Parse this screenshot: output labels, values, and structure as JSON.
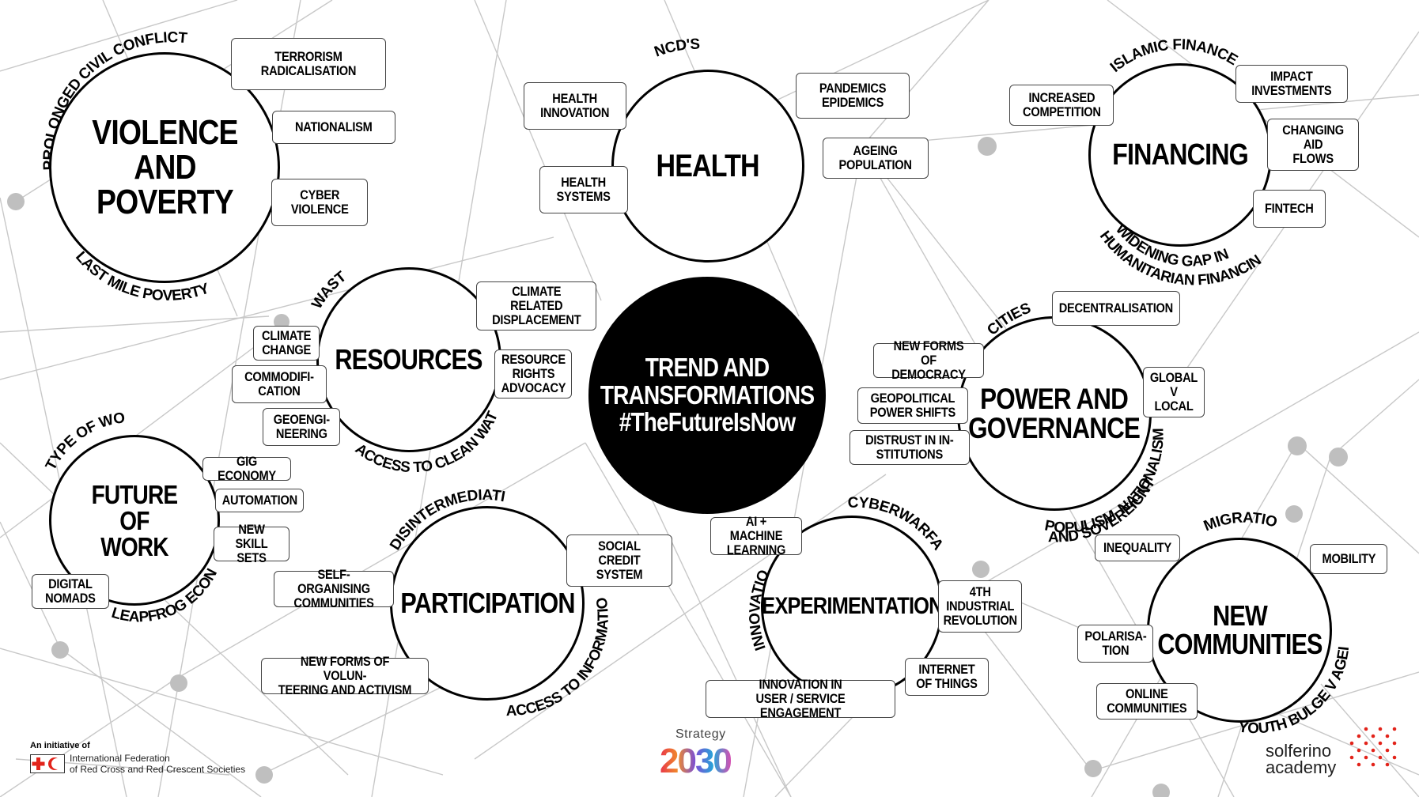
{
  "circles": {
    "violence": {
      "title": "VIOLENCE\nAND\nPOVERTY"
    },
    "health": {
      "title": "HEALTH"
    },
    "financing": {
      "title": "FINANCING"
    },
    "resources": {
      "title": "RESOURCES"
    },
    "trend": {
      "title": "TREND AND\nTRANSFORMATIONS\n#TheFutureIsNow"
    },
    "power": {
      "title": "POWER AND\nGOVERNANCE"
    },
    "work": {
      "title": "FUTURE\nOF\nWORK"
    },
    "participation": {
      "title": "PARTICIPATION"
    },
    "experimentation": {
      "title": "EXPERIMENTATION"
    },
    "communities": {
      "title": "NEW\nCOMMUNITIES"
    }
  },
  "arcs": {
    "prolonged": "PROLONGED CIVIL CONFLICT",
    "lastmile": "LAST MILE POVERTY",
    "ncds": "NCD'S",
    "islamic": "ISLAMIC FINANCE",
    "widening1": "WIDENING GAP IN",
    "widening2": "HUMANITARIAN FINANCING",
    "waste": "WASTE",
    "cleanwater": "ACCESS TO CLEAN WATER",
    "cities": "CITIES",
    "populism1": "POPULISM, NATIONALISM,",
    "populism2": "AND SOVEREIGNTY",
    "typework": "TYPE OF WORK",
    "leapfrog": "LEAPFROG ECONOMIES",
    "disinter": "DISINTERMEDIATION",
    "accessinfo": "ACCESS TO INFORMATION",
    "cyberwar": "CYBERWARFARE",
    "innovation": "INNOVATION",
    "migration": "MIGRATION",
    "youth": "YOUTH BULGE V AGEING"
  },
  "tags": {
    "terrorism": "TERRORISM\nRADICALISATION",
    "nationalism": "NATIONALISM",
    "cyberviolence": "CYBER\nVIOLENCE",
    "healthinnov": "HEALTH\nINNOVATION",
    "healthsys": "HEALTH\nSYSTEMS",
    "pandemics": "PANDEMICS\nEPIDEMICS",
    "ageing": "AGEING\nPOPULATION",
    "competition": "INCREASED\nCOMPETITION",
    "impact": "IMPACT\nINVESTMENTS",
    "aidflows": "CHANGING\nAID\nFLOWS",
    "fintech": "FINTECH",
    "climatedisp": "CLIMATE\nRELATED\nDISPLACEMENT",
    "climatechange": "CLIMATE\nCHANGE",
    "commodif": "COMMODIFI-\nCATION",
    "geoeng": "GEOENGI-\nNEERING",
    "rights": "RESOURCE\nRIGHTS\nADVOCACY",
    "decentral": "DECENTRALISATION",
    "democracy": "NEW FORMS OF\nDEMOCRACY",
    "geopol": "GEOPOLITICAL\nPOWER SHIFTS",
    "distrust": "DISTRUST IN IN-\nSTITUTIONS",
    "global": "GLOBAL\nV\nLOCAL",
    "gig": "GIG ECONOMY",
    "automation": "AUTOMATION",
    "skills": "NEW\nSKILL SETS",
    "nomads": "DIGITAL\nNOMADS",
    "selforg": "SELF-ORGANISING\nCOMMUNITIES",
    "volunteering": "NEW FORMS OF VOLUN-\nTEERING AND ACTIVISM",
    "socialcredit": "SOCIAL CREDIT\nSYSTEM",
    "aiml": "AI + MACHINE\nLEARNING",
    "industrial": "4TH\nINDUSTRIAL\nREVOLUTION",
    "iot": "INTERNET\nOF THINGS",
    "userengage": "INNOVATION IN\nUSER / SERVICE ENGAGEMENT",
    "inequality": "INEQUALITY",
    "mobility": "MOBILITY",
    "polarisation": "POLARISA-\nTION",
    "online": "ONLINE\nCOMMUNITIES"
  },
  "footer": {
    "initiative": "An initiative of",
    "org": "International Federation\nof Red Cross and Red Crescent Societies",
    "strategy_word": "Strategy",
    "strategy_year": "2030",
    "academy": "solferino\nacademy"
  },
  "colors": {
    "ink": "#000000",
    "network_line": "#c8c8c8",
    "network_node": "#bfbfbf",
    "red_cross": "#e2231a"
  }
}
